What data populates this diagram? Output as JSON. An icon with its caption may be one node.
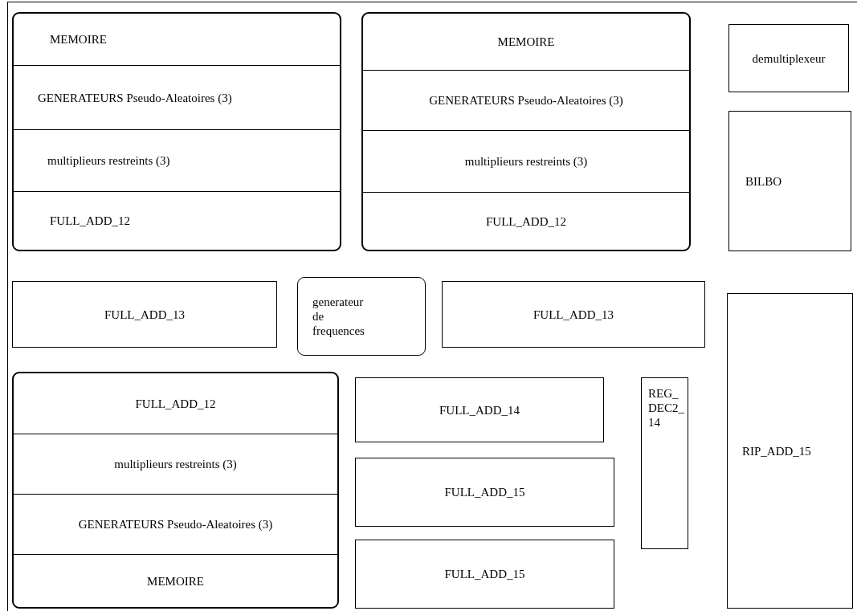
{
  "diagram": {
    "nodes": [
      {
        "text": [],
        "shape": "box"
      },
      {
        "text": [
          "MEMOIRE"
        ],
        "in": 0
      },
      {
        "text": [
          "GENERATEURS Pseudo-Aleatoires (3)"
        ],
        "in": 0
      },
      {
        "text": [
          "multiplieurs restreints (3)"
        ],
        "in": 0
      },
      {
        "text": [
          "FULL_ADD_12"
        ],
        "in": 0
      },
      {
        "text": [],
        "shape": "box"
      },
      {
        "text": [
          "MEMOIRE"
        ],
        "in": 5
      },
      {
        "text": [
          "GENERATEURS Pseudo-Aleatoires (3)"
        ],
        "in": 5
      },
      {
        "text": [
          "multiplieurs restreints (3)"
        ],
        "in": 5
      },
      {
        "text": [
          "FULL_ADD_12"
        ],
        "in": 5
      },
      {
        "text": [
          "demultiplexeur"
        ]
      },
      {
        "text": [
          "BILBO"
        ]
      },
      {
        "text": [
          "FULL_ADD_13"
        ]
      },
      {
        "text": [
          "generateur de frequences"
        ]
      },
      {
        "text": [
          "FULL_ADD_13"
        ]
      },
      {
        "text": [
          "RIP_ADD_15"
        ]
      },
      {
        "text": [],
        "shape": "box"
      },
      {
        "text": [
          "FULL_ADD_12"
        ],
        "in": 16
      },
      {
        "text": [
          "multiplieurs restreints (3)"
        ],
        "in": 16
      },
      {
        "text": [
          "GENERATEURS Pseudo-Aleatoires (3)"
        ],
        "in": 16
      },
      {
        "text": [
          "MEMOIRE"
        ],
        "in": 16
      },
      {
        "text": [
          "FULL_ADD_14"
        ]
      },
      {
        "text": [
          "REG_ DEC2_ 14"
        ]
      },
      {
        "text": [
          "FULL_ADD_15"
        ]
      },
      {
        "text": [
          "FULL_ADD_15"
        ]
      }
    ]
  }
}
